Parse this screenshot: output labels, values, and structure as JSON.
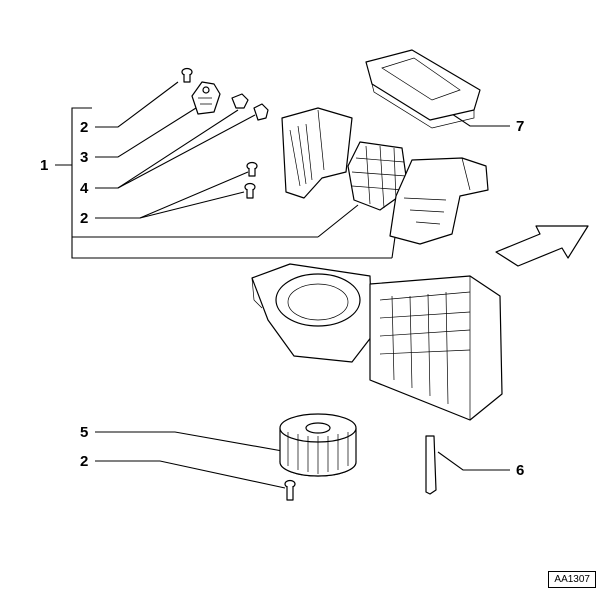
{
  "callouts": {
    "c1": "1",
    "c2a": "2",
    "c3": "3",
    "c4": "4",
    "c2b": "2",
    "c7": "7",
    "c5": "5",
    "c2c": "2",
    "c6": "6"
  },
  "reference_code": "AA1307"
}
